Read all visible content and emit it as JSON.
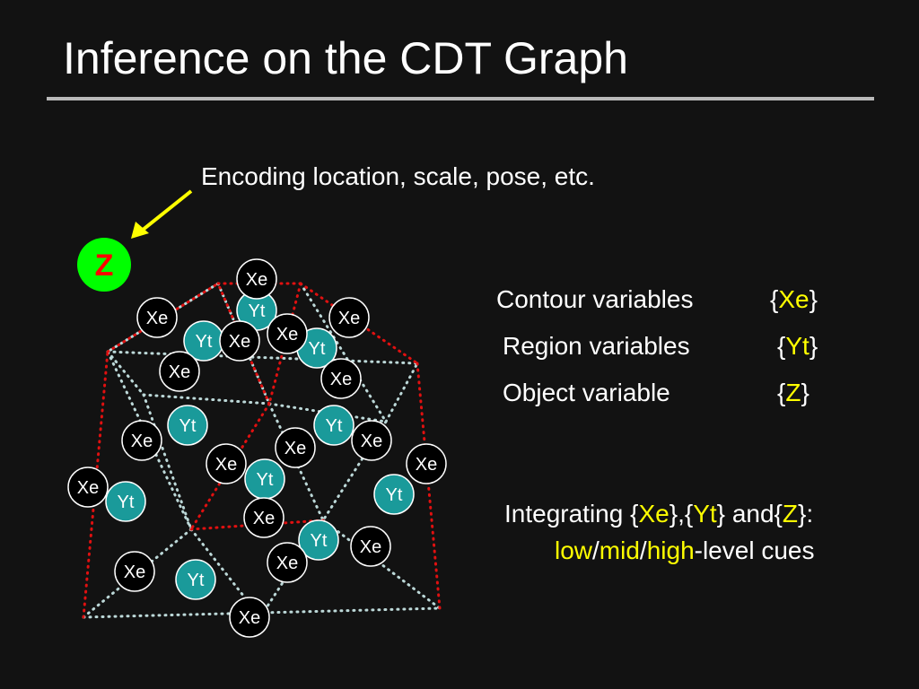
{
  "slide": {
    "title": "Inference on the CDT Graph",
    "caption": "Encoding location, scale, pose, etc.",
    "legend": [
      {
        "label": "Contour variables",
        "set": "Xe"
      },
      {
        "label": "Region variables",
        "set": "Yt"
      },
      {
        "label": "Object variable",
        "set": "Z"
      }
    ],
    "integrating": {
      "prefix": "Integrating ",
      "xe": "Xe",
      "yt": "Yt",
      "and": "and",
      "z": "Z",
      "low": "low",
      "mid": "mid",
      "high": "high",
      "suffix": "-level cues"
    }
  },
  "graph": {
    "object_node": {
      "label": "Z",
      "fill": "#00ff00",
      "text_color": "#ff0000"
    },
    "contour_label": "Xe",
    "region_label": "Yt",
    "colors": {
      "contour_fill": "#000000",
      "region_fill": "#1a9a9a",
      "boundary_edge": "#e01010",
      "inner_edge": "#bcd8d8",
      "arrow": "#ffff00"
    }
  }
}
